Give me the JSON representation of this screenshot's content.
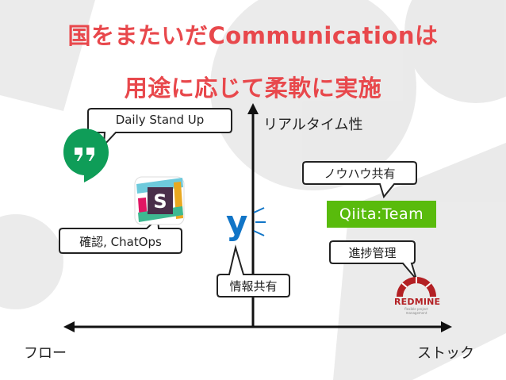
{
  "slide": {
    "title_line1": "国をまたいだCommunicationは",
    "title_line2": "用途に応じて柔軟に実施"
  },
  "axes": {
    "vertical_label": "リアルタイム性",
    "left_label": "フロー",
    "right_label": "ストック"
  },
  "callouts": {
    "hangouts": "Daily Stand Up",
    "slack": "確認, ChatOps",
    "yammer": "情報共有",
    "qiita": "ノウハウ共有",
    "redmine": "進捗管理"
  },
  "logos": {
    "qiita_team": "Qiita:Team",
    "redmine": "REDMINE",
    "redmine_tagline": "flexible project management",
    "hangouts_icon": "hangouts-icon",
    "slack_icon": "slack-icon",
    "yammer_icon": "yammer-icon"
  },
  "colors": {
    "title": "#e8484c",
    "hangouts_green": "#0f9d58",
    "qiita_green": "#59bb0c",
    "yammer_blue": "#1175c7",
    "redmine_red": "#b32024"
  }
}
